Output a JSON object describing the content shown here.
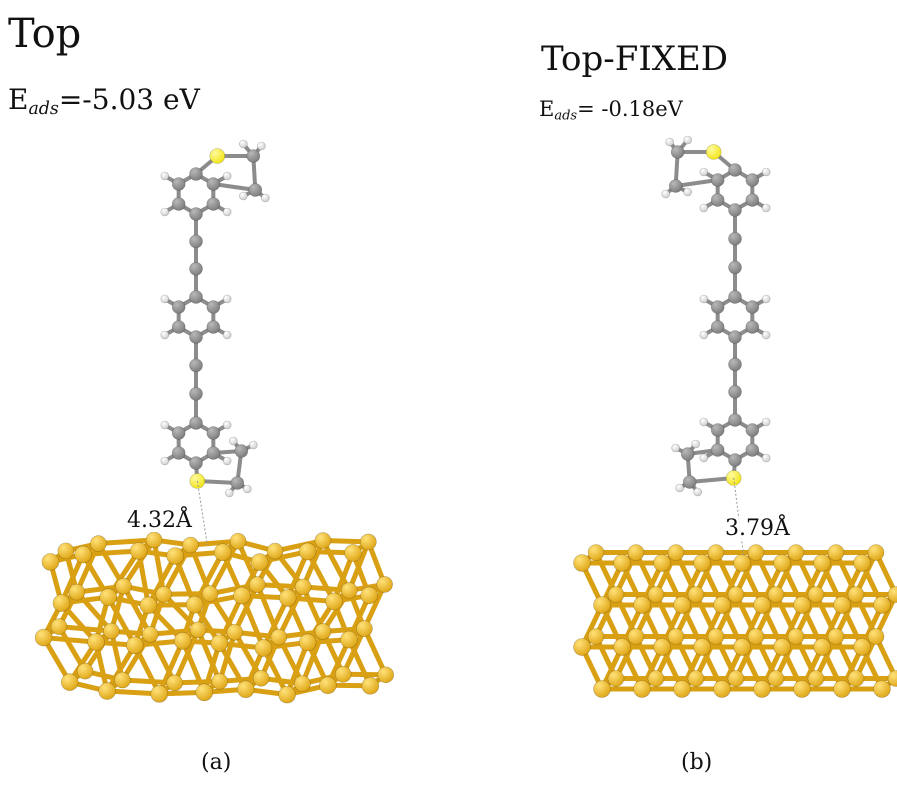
{
  "panels": [
    {
      "title": "Top",
      "energy_symbol": "E",
      "energy_sub": "ads",
      "energy_value": "=-5.03 eV",
      "distance": "4.32Å",
      "caption": "(a)"
    },
    {
      "title": "Top-FIXED",
      "energy_symbol": "E",
      "energy_sub": "ads",
      "energy_value": "= -0.18eV",
      "distance": "3.79Å",
      "caption": "(b)"
    }
  ],
  "colors": {
    "carbon": "#7f7f7f",
    "hydrogen": "#f2f2f2",
    "sulfur": "#f2e61c",
    "gold": "#e0a81a",
    "gold_bond": "#d9a013"
  }
}
